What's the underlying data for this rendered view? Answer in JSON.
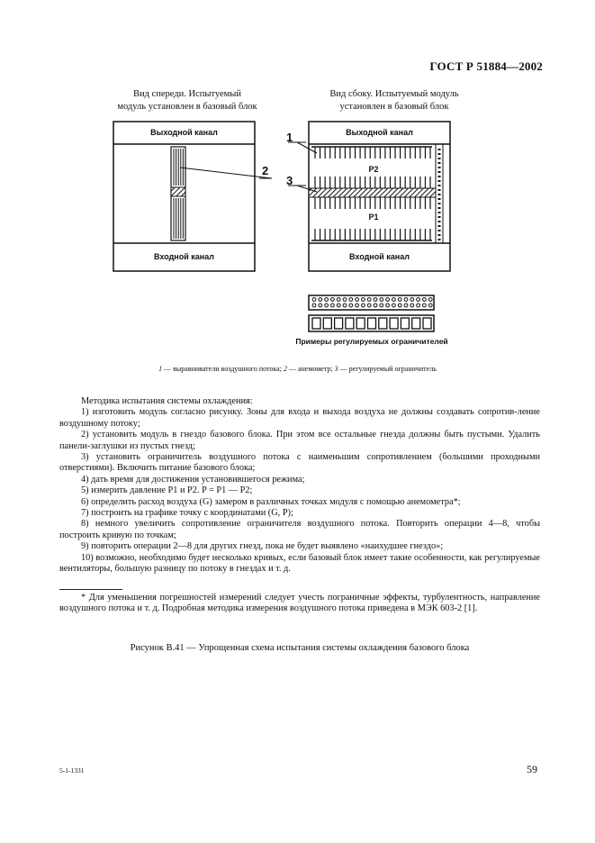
{
  "header": {
    "doc_code": "ГОСТ Р 51884—2002"
  },
  "figure": {
    "caption_front": [
      "Вид спереди. Испытуемый",
      "модуль установлен в базовый блок"
    ],
    "caption_side": [
      "Вид сбоку. Испытуемый модуль",
      "установлен в базовый блок"
    ],
    "front": {
      "output_channel": "Выходной канал",
      "input_channel": "Входной канал",
      "callout": "2"
    },
    "side": {
      "output_channel": "Выходной канал",
      "input_channel": "Входной канал",
      "p2": "P2",
      "p1": "P1",
      "callout_1": "1",
      "callout_3": "3"
    },
    "restrictor_caption": "Примеры регулируемых ограничителей",
    "legend": {
      "n1": "1",
      "t1": " — выравниватели воздушного потока; ",
      "n2": "2",
      "t2": " — анемометр; ",
      "n3": "3",
      "t3": " — регулируемый ограничитель"
    }
  },
  "body": [
    "Методика испытания системы охлаждения:",
    "1) изготовить модуль согласно рисунку. Зоны для входа и выхода воздуха не должны создавать сопротив-ление воздушному потоку;",
    "2) установить модуль в гнездо базового блока. При этом все остальные гнезда должны быть пустыми. Удалить панели-заглушки из пустых гнезд;",
    "3) установить ограничитель воздушного потока с наименьшим сопротивлением (большими проходными отверстиями). Включить питание базового блока;",
    "4) дать время для достижения установившегося режима;",
    "5) измерить давление P1 и P2. P = P1 — P2;",
    "6) определить расход воздуха (G) замером в различных точках модуля с помощью анемометра*;",
    "7) построить на графике точку с координатами (G, P);",
    "8) немного увеличить сопротивление ограничителя воздушного потока. Повторить операции 4—8, чтобы построить кривую по точкам;",
    "9) повторить операции 2—8 для других гнезд, пока не будет выявлено «наихудшее гнездо»;",
    "10) возможно, необходимо будет несколько кривых, если базовый блок имеет такие особенности, как регулируемые вентиляторы, большую разницу по потоку в гнездах и т. д."
  ],
  "footnote": "* Для уменьшения погрешностей измерений следует учесть пограничные эффекты, турбулентность, направление воздушного потока и т. д. Подробная методика измерения воздушного потока приведена в МЭК 603-2 [1].",
  "figure_title": "Рисунок В.41 — Упрощенная схема испытания системы охлаждения базового блока",
  "footer": {
    "print_code": "5-1-1331",
    "page_number": "59"
  }
}
